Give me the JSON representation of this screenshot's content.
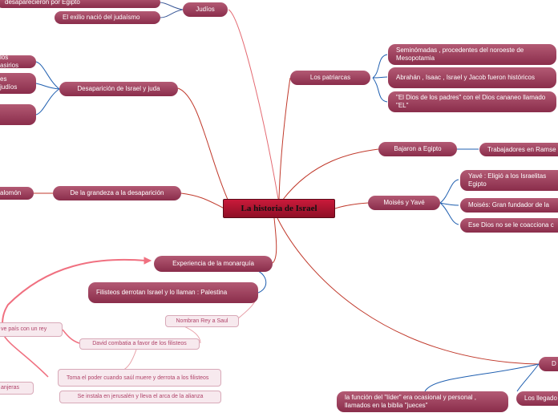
{
  "root": "La historia de Israel",
  "left": {
    "judios": {
      "label": "Judíos",
      "children": [
        "desaparecieron por Egipto",
        "El exilio nació del judaísmo"
      ]
    },
    "desaparicion": {
      "label": "Desaparición de Israel y juda",
      "children": [
        "los asirios",
        "es\njudíos",
        ""
      ]
    },
    "grandeza": {
      "label": "De la grandeza a la desaparición",
      "children": [
        "alomón"
      ]
    },
    "monarquia": {
      "label": "Experiencia de la monarquía",
      "filisteos": "Filisteos derrotan Israel y lo llaman : Palestina",
      "nombran": "Nombran Rey a Saul",
      "david": "David combatia a favor de los filisteos",
      "rey": "ve país con un rey",
      "toma": "Toma el poder cuando saúl muere y derrota a los filisteos",
      "instala": "Se instala en jerusalén y lleva el arca de la alianza",
      "tranjeras": "anjeras"
    }
  },
  "right": {
    "patriarcas": {
      "label": "Los patriarcas",
      "children": [
        "Seminómadas , procedentes del noroeste de Mesopotamia",
        "Abrahán , Isaac , Israel y Jacob fueron históricos",
        "\"El Dios de los padres\" con el Dios cananeo llamado \"EL\""
      ]
    },
    "egipto": {
      "label": "Bajaron a Egipto",
      "children": [
        "Trabajadores en Ramse"
      ]
    },
    "moises": {
      "label": "Moisés y Yavé",
      "children": [
        "Yavé : Eligió a los Israelitas Egipto",
        "Moisés: Gran fundador de la",
        "Ese Dios no se le coacciona c"
      ]
    },
    "bottom": {
      "label": "D",
      "children": [
        "la función del \"líder\" era ocasional y personal , llamados en la biblia \"jueces\"",
        "Los llegado"
      ]
    }
  }
}
